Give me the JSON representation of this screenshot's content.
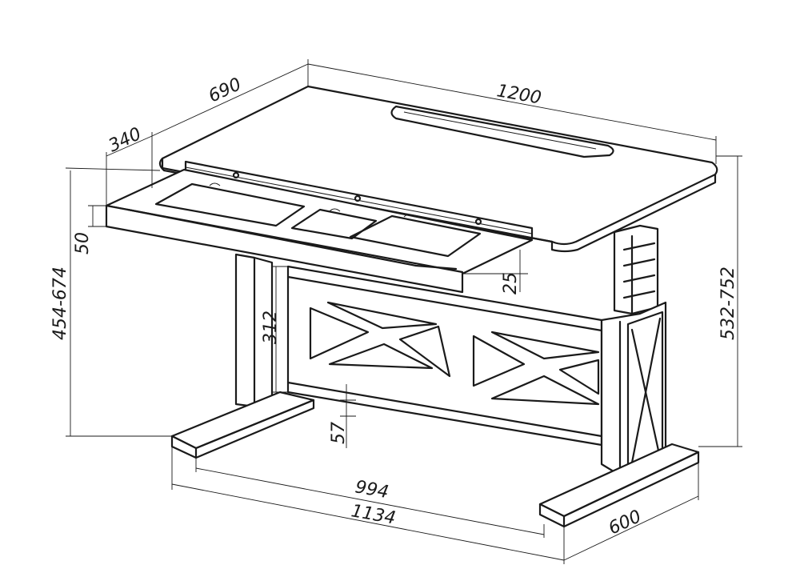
{
  "dimensions": {
    "top_width": "1200",
    "top_depth": "690",
    "drawer_depth": "340",
    "drawer_height": "50",
    "desk_height_range": "454-674",
    "total_height_range": "532-752",
    "crossbar_height": "312",
    "drawer_gap": "25",
    "crossbar_clearance": "57",
    "inner_width": "994",
    "base_width": "1134",
    "foot_depth": "600"
  }
}
